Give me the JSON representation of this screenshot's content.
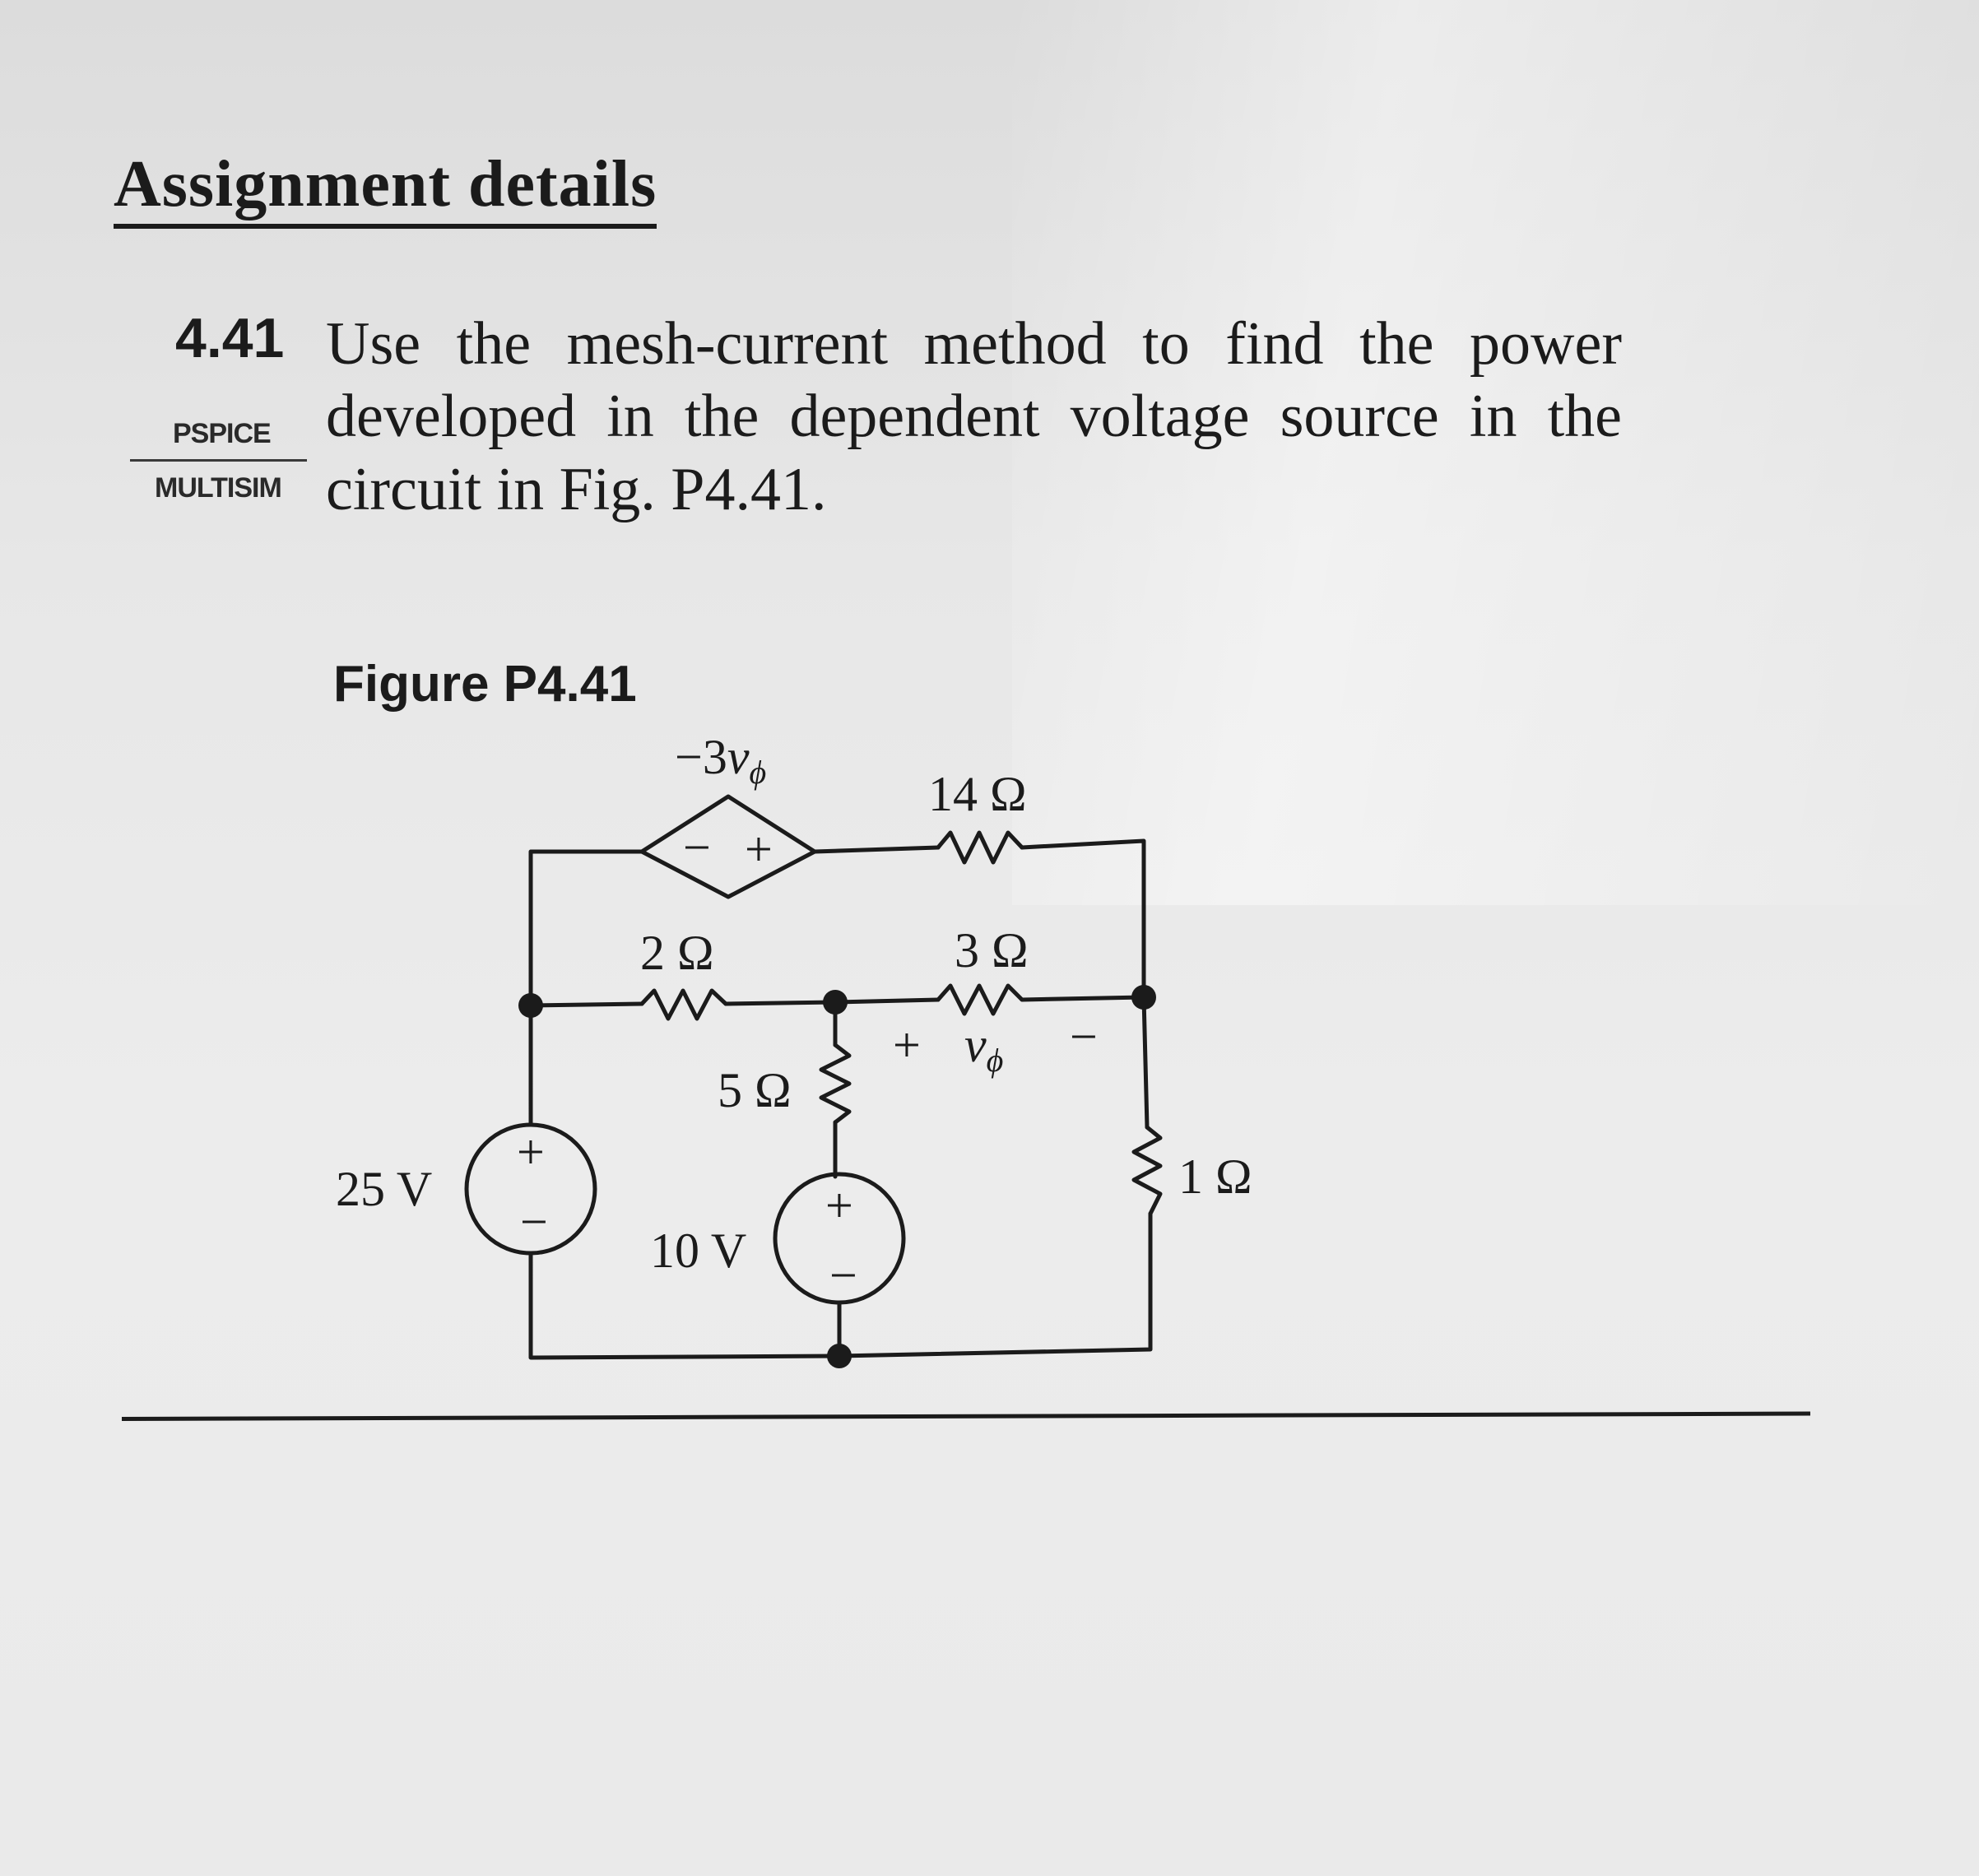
{
  "heading": "Assignment details",
  "problem": {
    "number": "4.41",
    "tags": [
      "PSPICE",
      "MULTISIM"
    ],
    "lines": [
      "Use the mesh-current method to find the power",
      "developed in the dependent voltage source in the",
      "circuit in Fig. P4.41."
    ]
  },
  "figure": {
    "title": "Figure P4.41",
    "labels": {
      "dep_source": "−3",
      "r14": "14 Ω",
      "r2": "2 Ω",
      "r3": "3 Ω",
      "r5": "5 Ω",
      "r1": "1 Ω",
      "v25": "25 V",
      "v10": "10 V",
      "v_phi_var": "v",
      "v_phi_sub": "ϕ",
      "plus": "+",
      "minus": "−"
    }
  }
}
